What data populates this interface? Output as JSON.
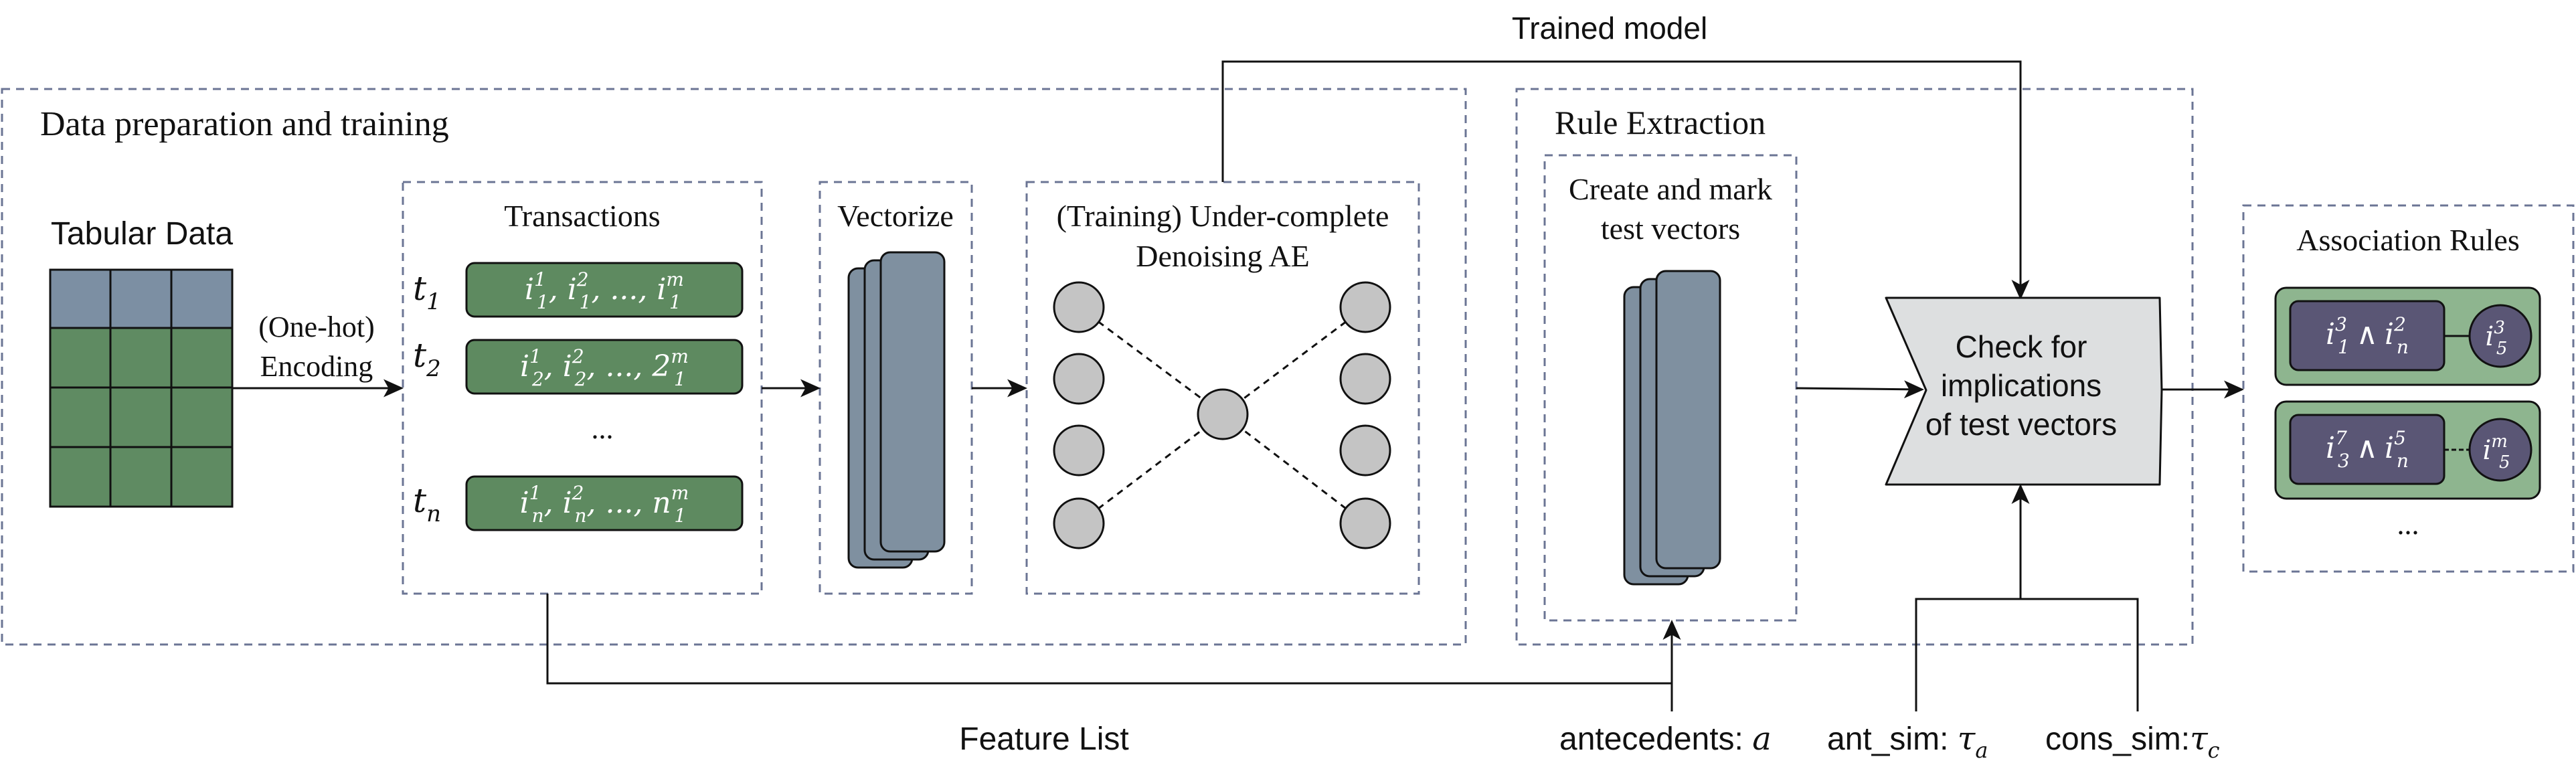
{
  "colors": {
    "line": "#111111",
    "dashed_border": "#6b7594",
    "header_cell": "#7c8fa3",
    "data_cell": "#5f8b62",
    "transaction_chip": "#5e8a60",
    "vector_bar": "#7f90a0",
    "node": "#c4c4c4",
    "check_shape": "#dddfe0",
    "rule_card": "#8eb58f",
    "rule_chip": "#5a5675"
  },
  "labels": {
    "trained_model": "Trained model",
    "data_prep_title": "Data preparation and training",
    "tabular_data": "Tabular Data",
    "encoding_line1": "(One-hot)",
    "encoding_line2": "Encoding",
    "transactions_title": "Transactions",
    "vectorize_title": "Vectorize",
    "ae_title_line1": "(Training) Under-complete",
    "ae_title_line2": "Denoising AE",
    "rule_extraction_title": "Rule Extraction",
    "test_vectors_line1": "Create and mark",
    "test_vectors_line2": "test vectors",
    "check_line1": "Check for",
    "check_line2": "implications",
    "check_line3": "of test vectors",
    "association_rules_title": "Association Rules",
    "feature_list": "Feature List",
    "antecedents_label": "antecedents: ",
    "antecedents_symbol": "a",
    "ant_sim_label": "ant_sim: ",
    "ant_sim_symbol": "τ",
    "ant_sim_sub": "a",
    "cons_sim_label": "cons_sim:",
    "cons_sim_symbol": "τ",
    "cons_sim_sub": "c",
    "ellipsis": "..."
  },
  "transactions": [
    {
      "t": "t",
      "t_sub": "1"
    },
    {
      "t": "t",
      "t_sub": "2"
    },
    {
      "t": "t",
      "t_sub": "n"
    }
  ],
  "rules": {
    "rule1_antecedent": {
      "a": "i",
      "a_sup": "3",
      "a_sub": "1",
      "op": "∧",
      "b": "i",
      "b_sup": "2",
      "b_sub": "n"
    },
    "rule1_consequent": {
      "c": "i",
      "c_sup": "3",
      "c_sub": "5"
    },
    "rule2_antecedent": {
      "a": "i",
      "a_sup": "7",
      "a_sub": "3",
      "op": "∧",
      "b": "i",
      "b_sup": "5",
      "b_sub": "n"
    },
    "rule2_consequent": {
      "c": "i",
      "c_sup": "m",
      "c_sub": "5"
    }
  }
}
